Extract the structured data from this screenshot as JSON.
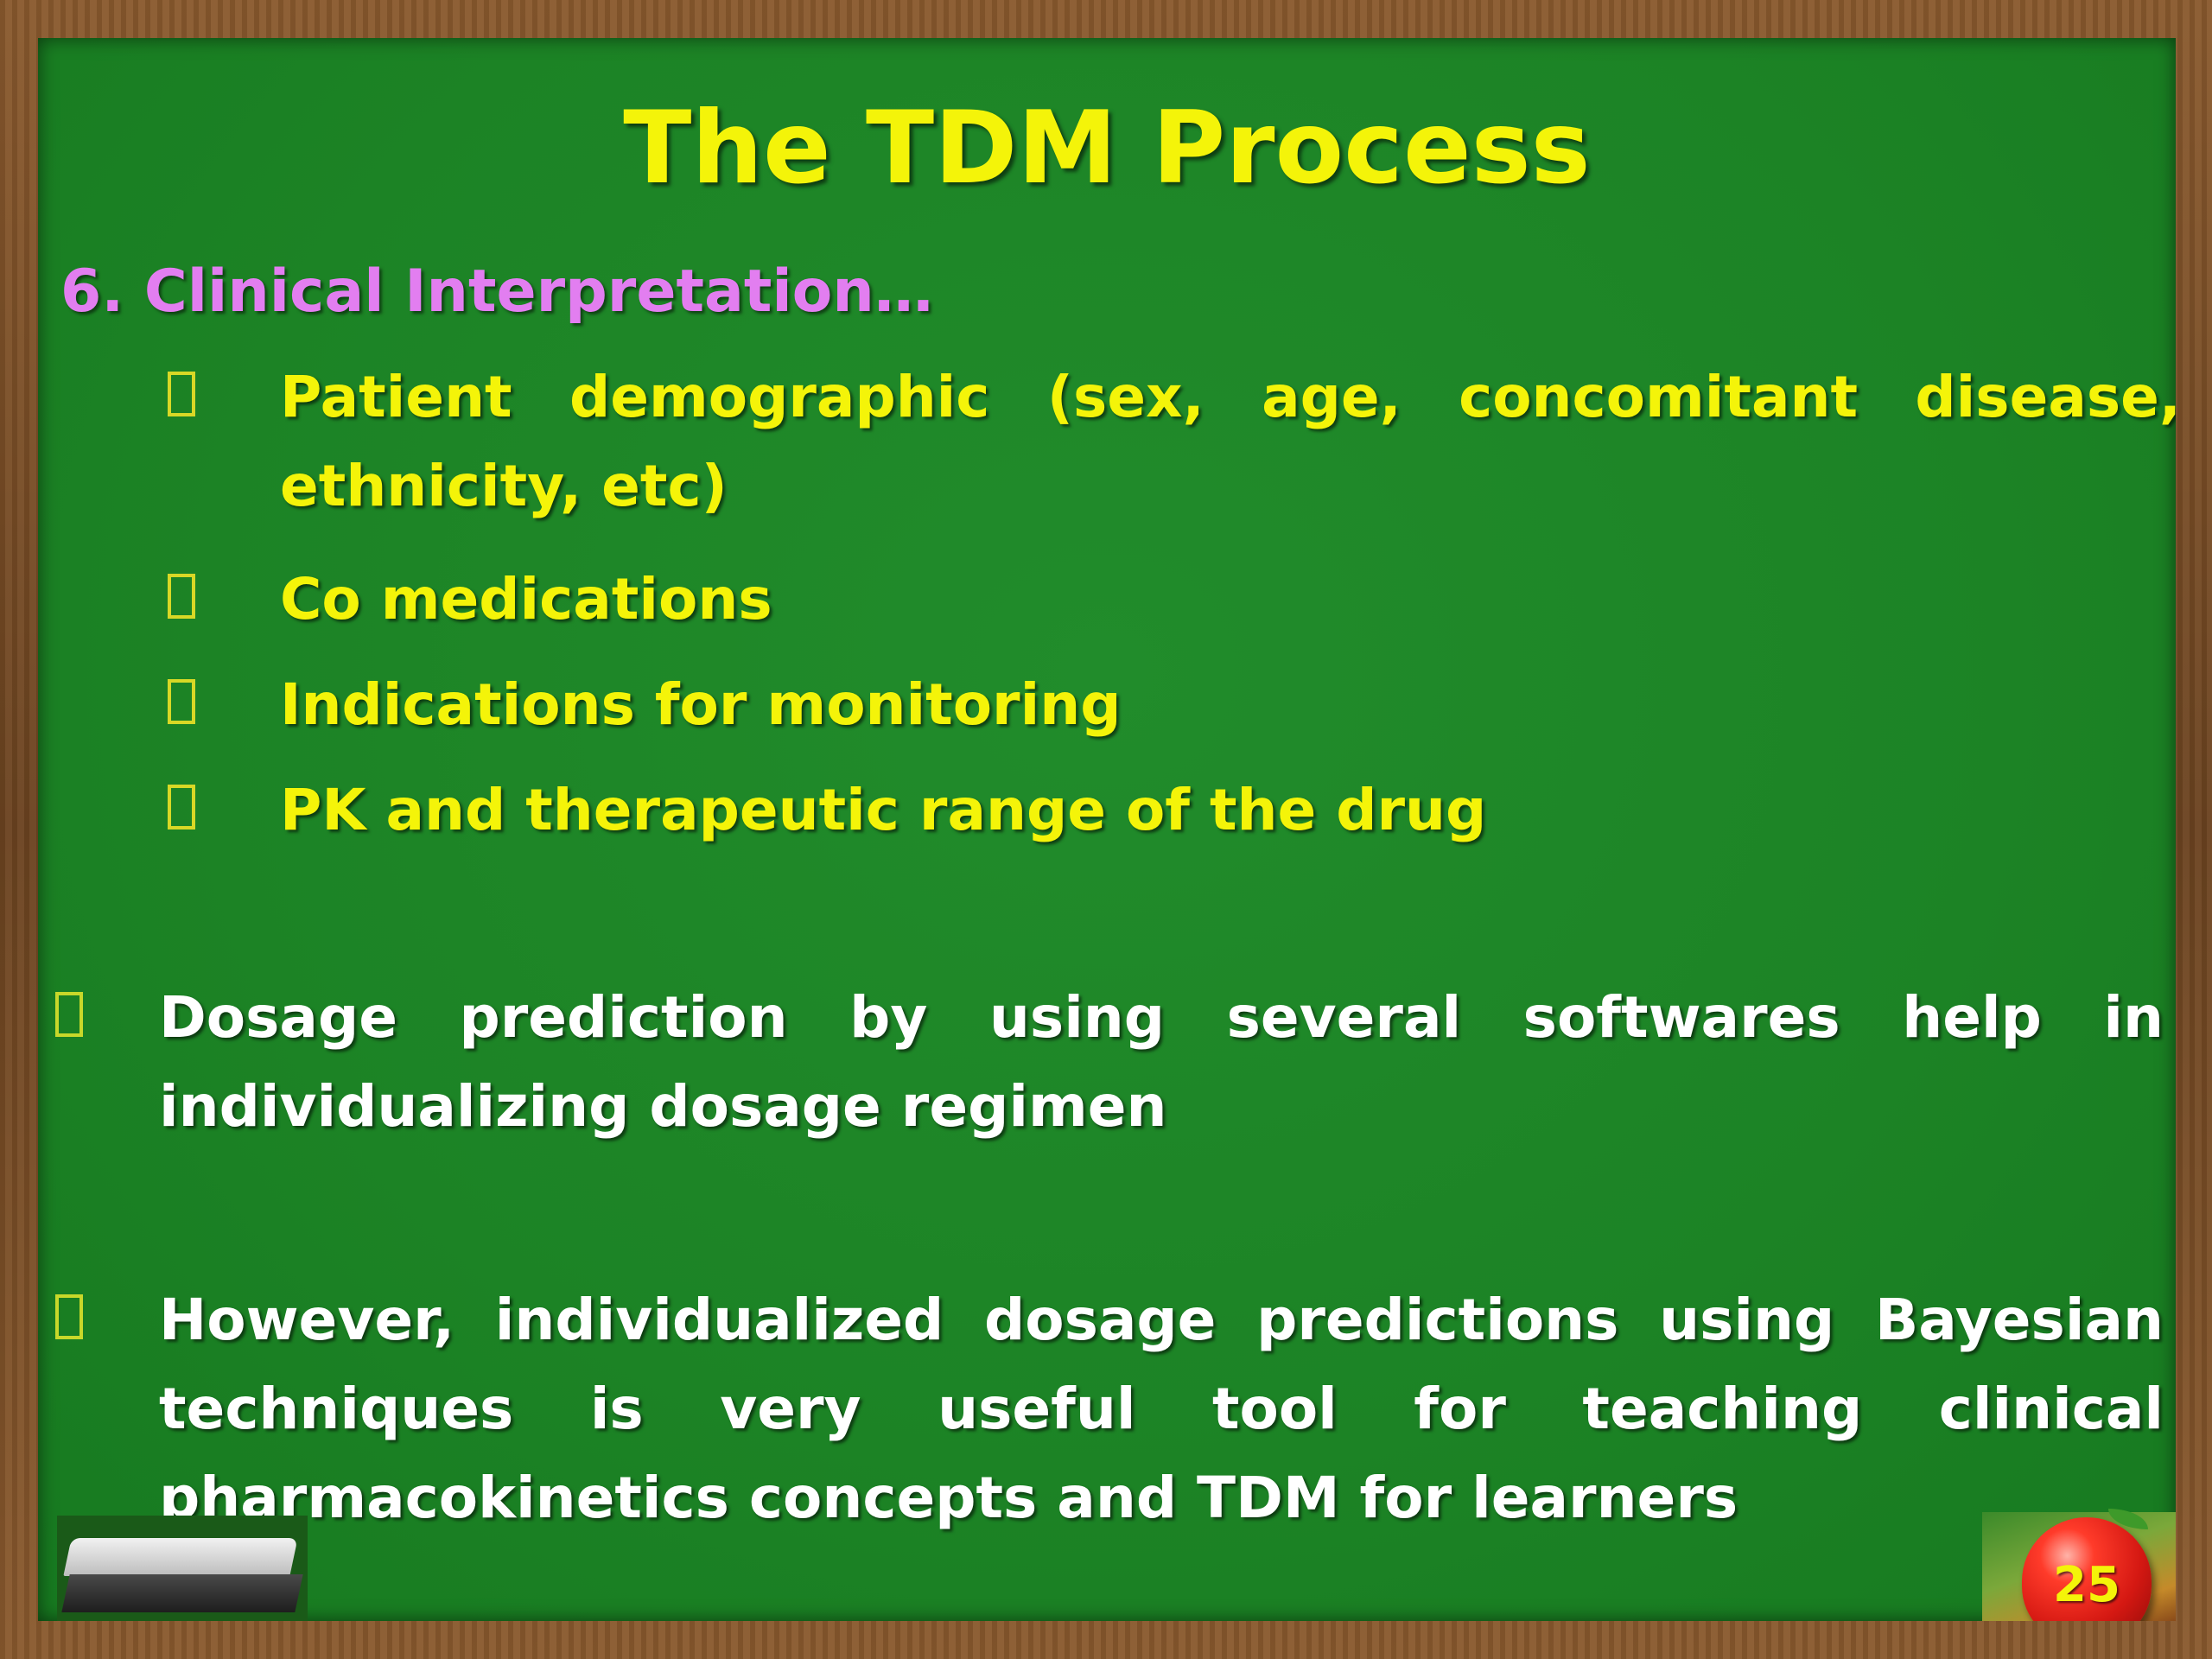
{
  "slide": {
    "title": "The TDM Process",
    "subheading": "6. Clinical Interpretation…",
    "sub_items": [
      "Patient demographic (sex, age, concomitant disease, ethnicity, etc)",
      "Co medications",
      "Indications for monitoring",
      "PK and therapeutic range of the drug"
    ],
    "main_items": [
      "Dosage prediction by using several softwares help in individualizing dosage regimen",
      "However, individualized dosage predictions using Bayesian techniques is very useful tool for teaching clinical pharmacokinetics concepts and TDM for learners"
    ],
    "page_number": "25"
  },
  "colors": {
    "board_green": "#1c8325",
    "title_yellow": "#f4f409",
    "subheading_pink": "#e27ef0",
    "body_white": "#ffffff",
    "frame_wood": "#6b4320"
  },
  "icons": {
    "bullet": "hollow-square-bullet-icon",
    "eraser": "chalkboard-eraser-icon",
    "apple": "apple-icon"
  }
}
